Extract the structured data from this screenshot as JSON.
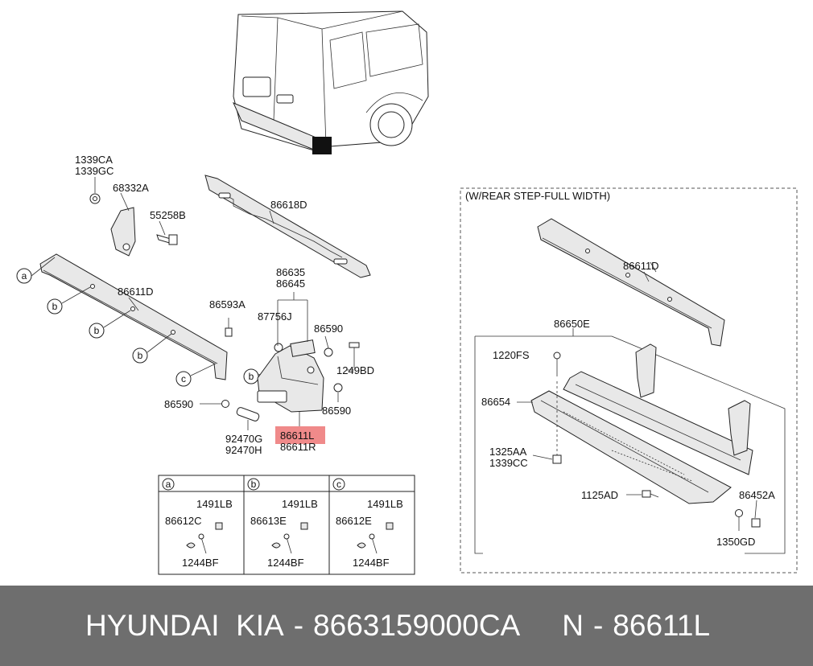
{
  "option_box": {
    "title": "(W/REAR STEP-FULL WIDTH)"
  },
  "labels": {
    "l1339CA": "1339CA",
    "l1339GC": "1339GC",
    "l68332A": "68332A",
    "l55258B": "55258B",
    "l86618D": "86618D",
    "l86611D_main": "86611D",
    "l86635": "86635",
    "l86645": "86645",
    "l86593A": "86593A",
    "l87756J": "87756J",
    "l86590_a": "86590",
    "l1249BD": "1249BD",
    "l86590_b": "86590",
    "l86590_c": "86590",
    "l92470G": "92470G",
    "l92470H": "92470H",
    "l86611L": "86611L",
    "l86611R": "86611R",
    "l86611D_opt": "86611D",
    "l86650E": "86650E",
    "l1220FS": "1220FS",
    "l86654": "86654",
    "l1325AA": "1325AA",
    "l1339CC": "1339CC",
    "l1125AD": "1125AD",
    "l86452A": "86452A",
    "l1350GD": "1350GD"
  },
  "callouts": {
    "a": "a",
    "b": "b",
    "c": "c"
  },
  "detail_table": [
    {
      "key": "a",
      "top": "1491LB",
      "mid": "86612C",
      "bottom": "1244BF"
    },
    {
      "key": "b",
      "top": "1491LB",
      "mid": "86613E",
      "bottom": "1244BF"
    },
    {
      "key": "c",
      "top": "1491LB",
      "mid": "86612E",
      "bottom": "1244BF"
    }
  ],
  "highlight_color": "#f08a8a",
  "footer": {
    "brand": "HYUNDAI  KIA",
    "part_number": "8663159000CA",
    "oem_prefix": "N",
    "oem_number": "86611L"
  }
}
